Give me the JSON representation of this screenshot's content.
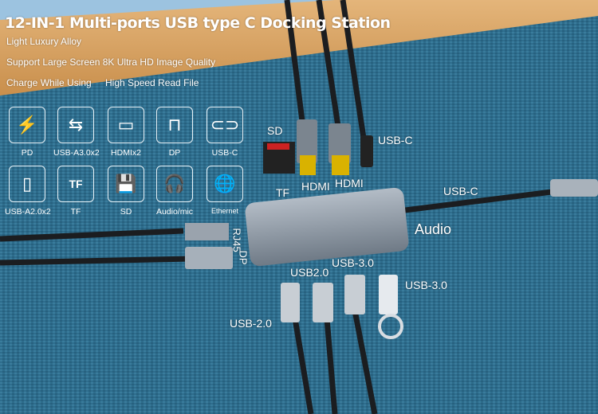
{
  "header": {
    "title": "12-IN-1 Multi-ports USB type C Docking Station",
    "features": [
      "Light Luxury Alloy",
      "Support Large Screen 8K Ultra HD Image Quality",
      "Charge While Using",
      "High Speed Read File"
    ]
  },
  "icons": [
    {
      "icon": "lightning-icon",
      "glyph": "⚡",
      "label": "PD"
    },
    {
      "icon": "usb-a-arrows-icon",
      "glyph": "⇆",
      "label": "USB-A3.0x2"
    },
    {
      "icon": "hdmi-icon",
      "glyph": "▭",
      "label": "HDMIx2"
    },
    {
      "icon": "displayport-icon",
      "glyph": "⊓",
      "label": "DP"
    },
    {
      "icon": "usb-c-icon",
      "glyph": "⊂⊃",
      "label": "USB-C"
    },
    {
      "icon": "usb-stick-icon",
      "glyph": "▯",
      "label": "USB-A2.0x2"
    },
    {
      "icon": "tf-card-icon",
      "glyph": "TF",
      "label": "TF"
    },
    {
      "icon": "sd-card-icon",
      "glyph": "💾",
      "label": "SD"
    },
    {
      "icon": "headset-icon",
      "glyph": "🎧",
      "label": "Audio/mic"
    },
    {
      "icon": "ethernet-globe-icon",
      "glyph": "🌐",
      "label": "Ethernet"
    }
  ],
  "ports": {
    "sd": "SD",
    "tf": "TF",
    "hdmi1": "HDMI",
    "hdmi2": "HDMI",
    "usbc_top": "USB-C",
    "usbc_right": "USB-C",
    "audio": "Audio",
    "rj45": "RJ45",
    "dp": "DP",
    "usb20_top": "USB2.0",
    "usb30_top": "USB-3.0",
    "usb30_right": "USB-3.0",
    "usb20_left": "USB-2.0"
  },
  "colors": {
    "mat": "#2f6f8f",
    "wood": "#d9a460",
    "sky": "#9cc3e0",
    "hub": "#8f9aa6"
  }
}
